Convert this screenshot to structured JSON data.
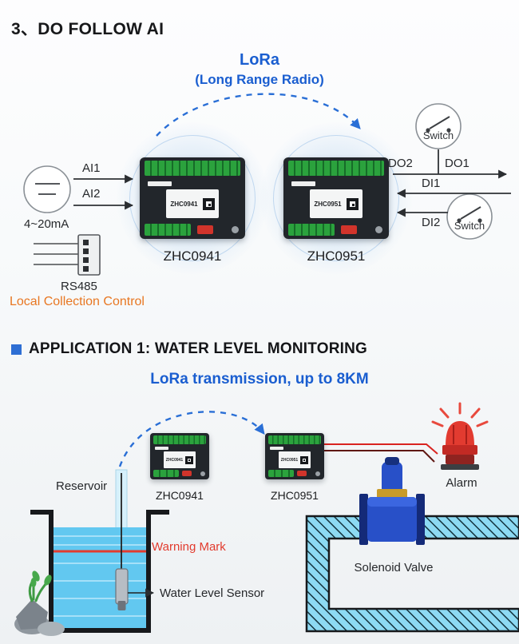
{
  "header": {
    "title": "3、DO FOLLOW AI"
  },
  "section1": {
    "lora_title": "LoRa",
    "lora_subtitle": "(Long Range Radio)",
    "device_left_label": "ZHC0941",
    "device_right_label": "ZHC0951",
    "analog_input_1": "AI1",
    "analog_input_2": "AI2",
    "current_loop_label": "4~20mA",
    "rs485_label": "RS485",
    "caption": "Local Collection Control",
    "do2": "DO2",
    "do1": "DO1",
    "di1": "DI1",
    "di2": "DI2",
    "switch_top_label": "Switch",
    "switch_bottom_label": "Switch"
  },
  "section2": {
    "heading": "APPLICATION 1: WATER LEVEL MONITORING",
    "lora_caption": "LoRa transmission, up to 8KM",
    "device_left_label": "ZHC0941",
    "device_right_label": "ZHC0951",
    "reservoir_label": "Reservoir",
    "alarm_label": "Alarm",
    "warning_label": "Warning Mark",
    "sensor_label": "Water Level Sensor",
    "valve_label": "Solenoid Valve"
  },
  "colors": {
    "accent_blue": "#1a5ed0",
    "arc_blue": "#2a6fd6",
    "caption_orange": "#e87722",
    "warning_red": "#e23b2e",
    "water_blue": "#62c8f0",
    "pipe_blue": "#8ddaf3",
    "valve_blue": "#2850c8"
  }
}
